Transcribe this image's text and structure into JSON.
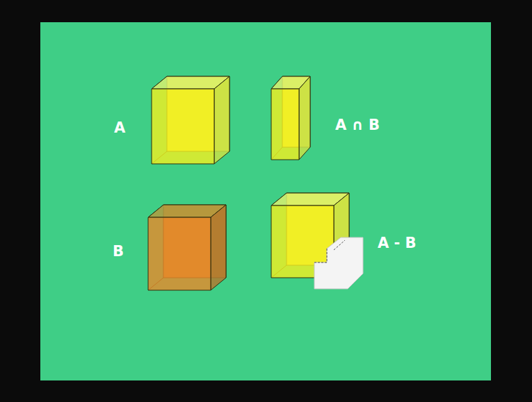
{
  "diagram": {
    "labels": [
      "A",
      "A ∩ B",
      "B",
      "A - B"
    ]
  }
}
